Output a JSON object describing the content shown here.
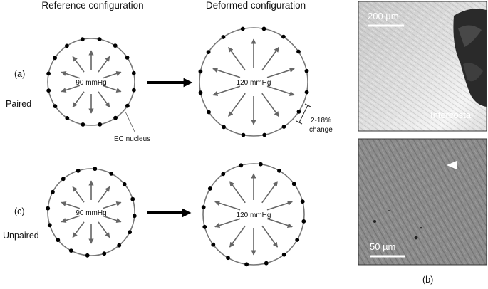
{
  "headers": {
    "reference": "Reference configuration",
    "deformed": "Deformed configuration"
  },
  "panels": {
    "a_label": "(a)",
    "paired_label": "Paired",
    "c_label": "(c)",
    "unpaired_label": "Unpaired",
    "b_label": "(b)"
  },
  "pressures": {
    "ref_paired": "90 mmHg",
    "def_paired": "120 mmHg",
    "ref_unpaired": "90 mmHg",
    "def_unpaired": "120 mmHg"
  },
  "annotations": {
    "ec_nucleus": "EC nucleus",
    "change_line1": "2-18%",
    "change_line2": "change"
  },
  "micrographs": {
    "top_scale": "200 µm",
    "top_region": "Intercostal",
    "bottom_scale": "50 µm"
  },
  "colors": {
    "circle": "#777777",
    "arrow": "#666666",
    "nucleus": "#000000",
    "big_arrow": "#000000"
  }
}
